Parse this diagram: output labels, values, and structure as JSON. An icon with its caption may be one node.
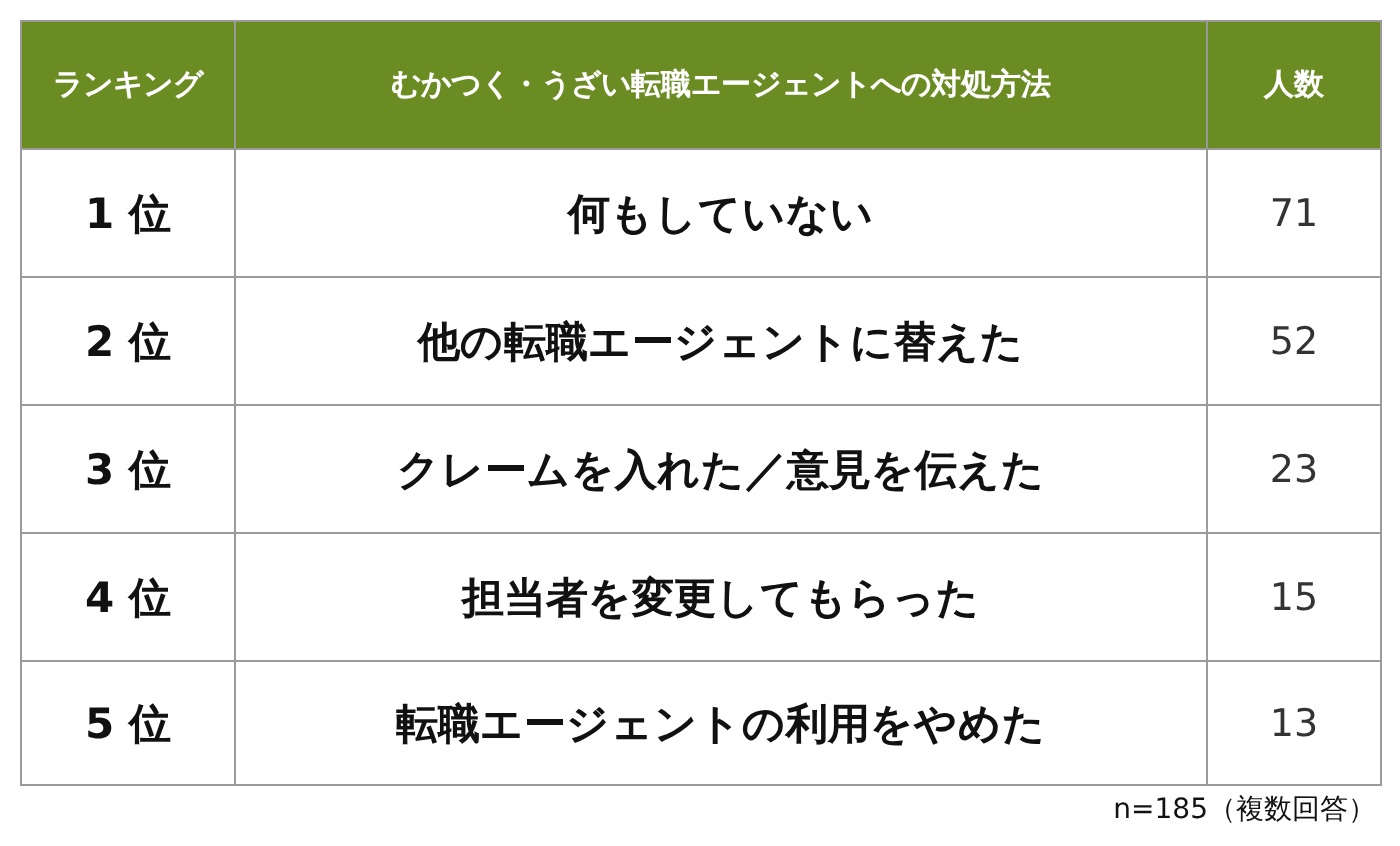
{
  "diagram": {
    "caption": "n=185（複数回答）",
    "labels": [
      "ランキング",
      "むかつく・うざい転職エージェントへの対処方法",
      "人数",
      "1 位",
      "何もしていない",
      "71",
      "2 位",
      "他の転職エージェントに替えた",
      "52",
      "3 位",
      "クレームを入れた／意見を伝えた",
      "23",
      "4 位",
      "担当者を変更してもらった",
      "15",
      "5 位",
      "転職エージェントの利用をやめた",
      "13"
    ]
  }
}
